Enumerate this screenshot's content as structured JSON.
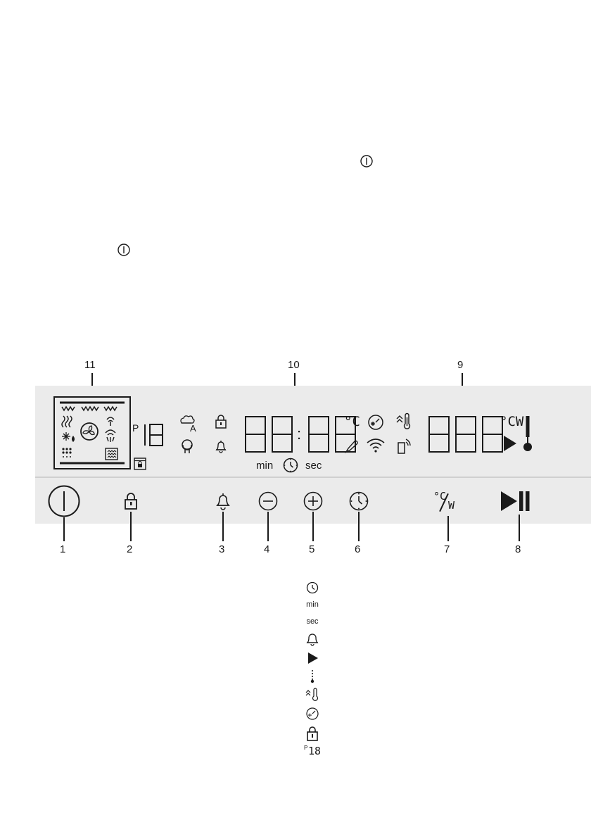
{
  "callouts": [
    {
      "number": "11",
      "target": "heating-functions-area"
    },
    {
      "number": "10",
      "target": "time-display"
    },
    {
      "number": "9",
      "target": "temperature-display"
    },
    {
      "number": "1",
      "target": "on-off-button"
    },
    {
      "number": "2",
      "target": "lock-button"
    },
    {
      "number": "3",
      "target": "minute-minder-button"
    },
    {
      "number": "4",
      "target": "minus-button"
    },
    {
      "number": "5",
      "target": "plus-button"
    },
    {
      "number": "6",
      "target": "time-function-button"
    },
    {
      "number": "7",
      "target": "temperature-power-button"
    },
    {
      "number": "8",
      "target": "start-pause-button"
    }
  ],
  "display": {
    "program_prefix": "P",
    "program_digits": "18",
    "auto_letter": "A",
    "time_digits": [
      "8",
      "8",
      "8",
      "8"
    ],
    "time_colon": ":",
    "temp_digits": [
      "8",
      "8",
      "8"
    ],
    "celsius_unit": "°C",
    "temp_unit_cw": "°CW",
    "label_min": "min",
    "label_sec": "sec"
  },
  "buttons": {
    "temp_power": {
      "top": "°C",
      "bottom": "W"
    }
  },
  "legend": {
    "min_label": "min",
    "sec_label": "sec",
    "program_label": "18",
    "program_prefix": "P"
  },
  "icons": {
    "power": "power-icon",
    "lock": "padlock-icon",
    "bell": "bell-icon",
    "minus": "minus-circle-icon",
    "plus": "plus-circle-icon",
    "clock": "clock-icon",
    "play": "play-icon",
    "play_pause": "play-pause-icon",
    "thermometer": "thermometer-icon",
    "probe": "food-probe-icon",
    "wifi": "wifi-icon"
  },
  "colors": {
    "panel": "#ebebeb",
    "ink": "#1a1a1a"
  }
}
